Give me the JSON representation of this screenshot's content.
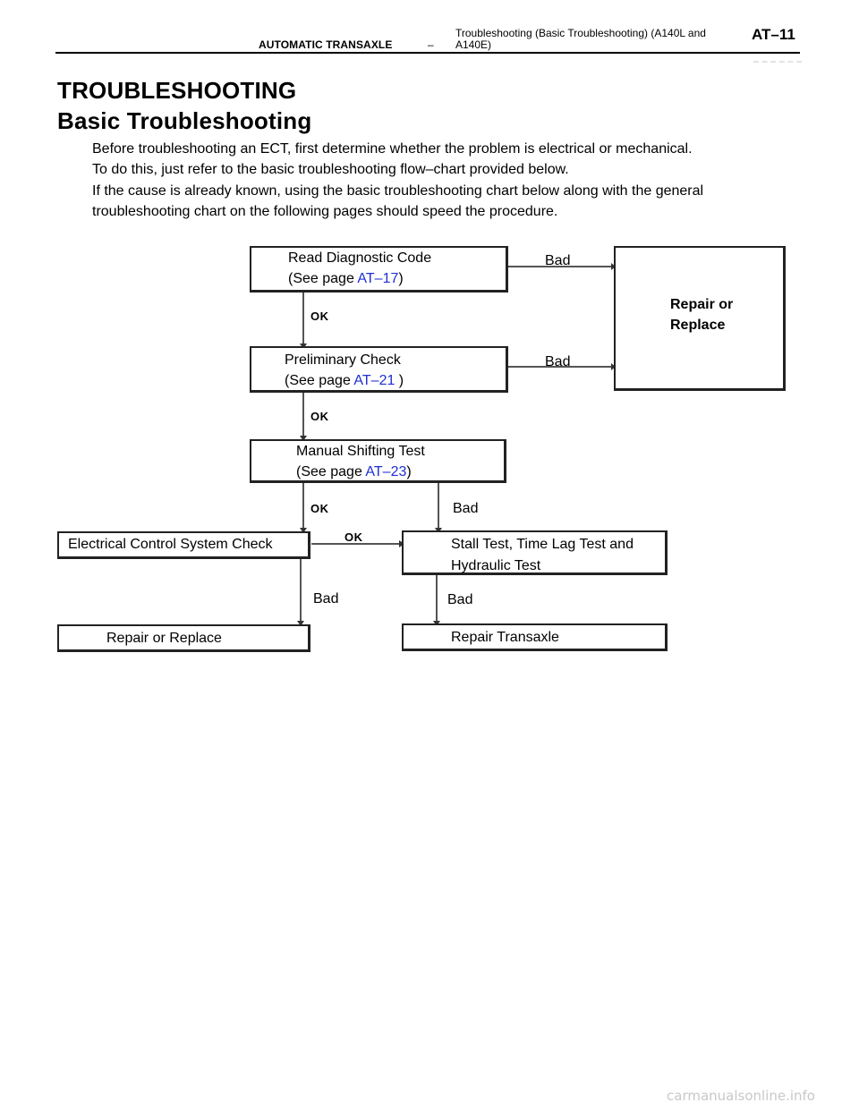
{
  "header": {
    "section": "AUTOMATIC TRANSAXLE",
    "separator": "–",
    "title": "Troubleshooting (Basic Troubleshooting) (A140L and A140E)",
    "page": "AT–11"
  },
  "heading": "TROUBLESHOOTING",
  "subheading": "Basic Troubleshooting",
  "paragraphs": [
    "Before troubleshooting an ECT, first determine whether the problem is electrical or mechanical.",
    "To do this, just refer to the basic troubleshooting flow–chart provided below.",
    "If the cause is already known, using the basic troubleshooting chart below along with the general troubleshooting chart on the following pages should speed the procedure."
  ],
  "flowchart": {
    "read_code": {
      "line1": "Read Diagnostic Code",
      "line2_prefix": "(See page ",
      "link": "AT–17",
      "line2_suffix": ")"
    },
    "preliminary": {
      "line1": "Preliminary Check",
      "line2_prefix": "(See page ",
      "link": "AT–21",
      "line2_suffix": " )"
    },
    "manual_shift": {
      "line1": "Manual Shifting Test",
      "line2_prefix": "(See page ",
      "link": "AT–23",
      "line2_suffix": ")"
    },
    "electrical": {
      "label": "Electrical Control System Check"
    },
    "stall": {
      "line1": "Stall Test, Time Lag Test and",
      "line2": "Hydraulic Test"
    },
    "repair_replace_right": {
      "line1": "Repair or",
      "line2": "Replace"
    },
    "repair_replace_bottom": {
      "label": "Repair or Replace"
    },
    "repair_transaxle": {
      "label": "Repair Transaxle"
    },
    "labels": {
      "ok": "OK",
      "bad": "Bad"
    }
  },
  "watermark": "carmanualsonline.info"
}
